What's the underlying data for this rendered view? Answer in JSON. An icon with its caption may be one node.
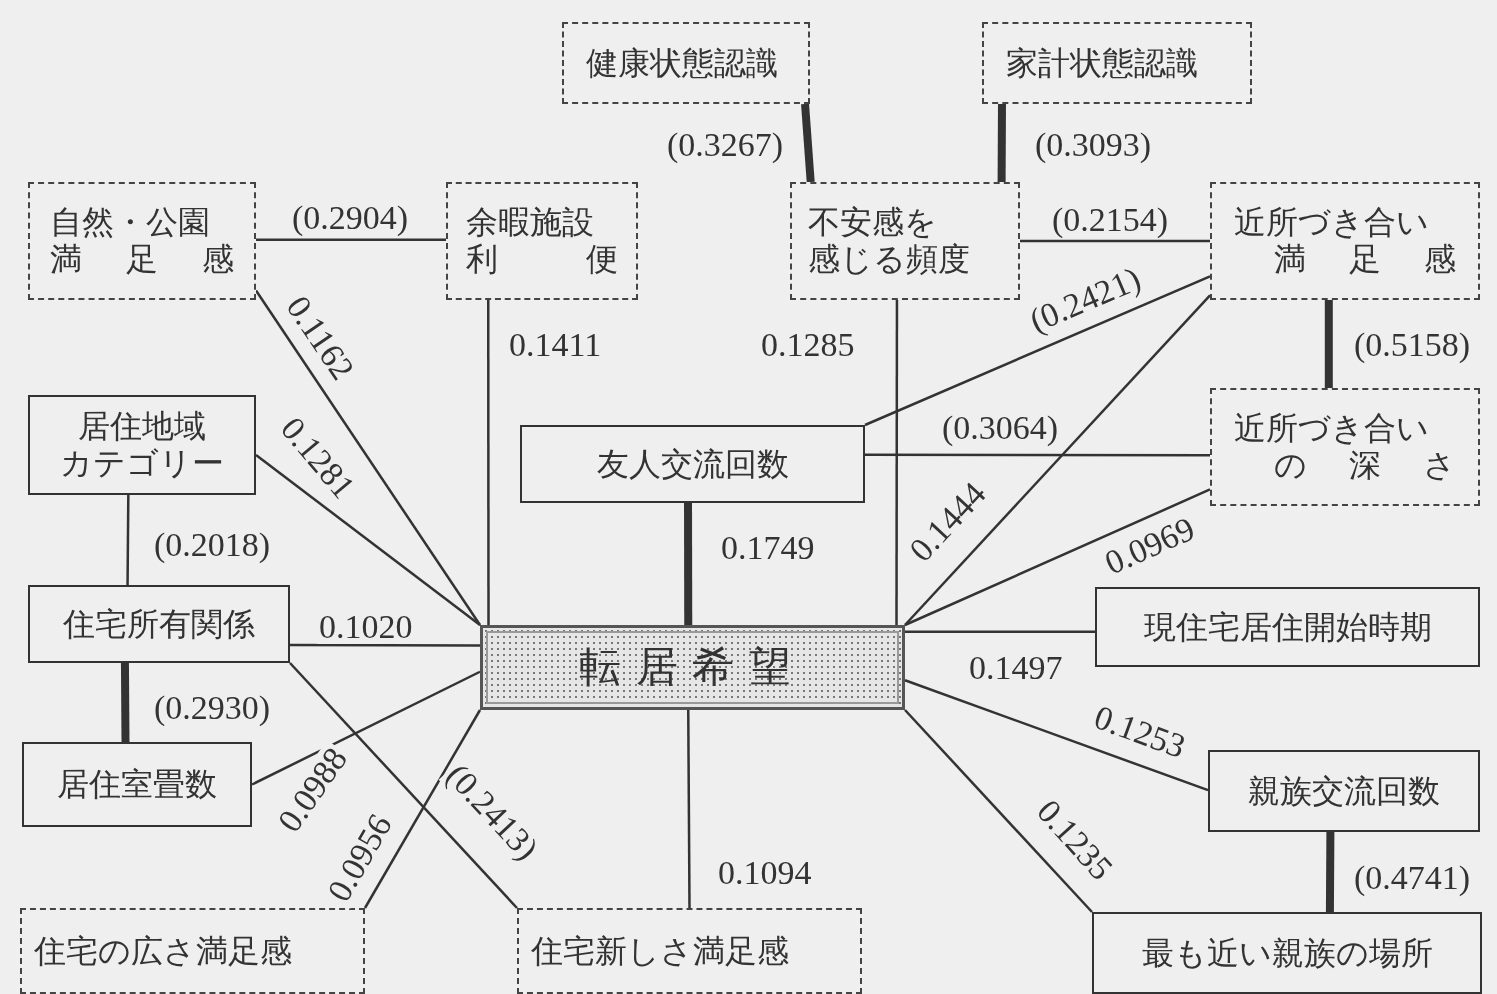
{
  "diagram": {
    "nodes": [
      {
        "text": [
          "健康状態認識"
        ]
      },
      {
        "text": [
          "家計状態認識"
        ]
      },
      {
        "text": [
          "自然・公園満足感"
        ]
      },
      {
        "text": [
          "余暇施設利便"
        ]
      },
      {
        "text": [
          "不安感を感じる頻度"
        ]
      },
      {
        "text": [
          "近所づき合い満足感"
        ]
      },
      {
        "text": [
          "居住地域カテゴリー"
        ]
      },
      {
        "text": [
          "友人交流回数"
        ]
      },
      {
        "text": [
          "近所づき合いの深さ"
        ]
      },
      {
        "text": [
          "住宅所有関係"
        ]
      },
      {
        "text": [
          "転居希望"
        ]
      },
      {
        "text": [
          "現住宅居住開始時期"
        ]
      },
      {
        "text": [
          "居住室畳数"
        ]
      },
      {
        "text": [
          "親族交流回数"
        ]
      },
      {
        "text": [
          "住宅の広さ満足感"
        ]
      },
      {
        "text": [
          "住宅新しさ満足感"
        ]
      },
      {
        "text": [
          "最も近い親族の場所"
        ]
      }
    ],
    "edges": [
      {
        "from": 0,
        "to": 4,
        "arrow": "none",
        "label": "(0.3267)",
        "style": "thick"
      },
      {
        "from": 1,
        "to": 4,
        "arrow": "none",
        "label": "(0.3093)",
        "style": "thick"
      },
      {
        "from": 2,
        "to": 3,
        "arrow": "none",
        "label": "(0.2904)"
      },
      {
        "from": 4,
        "to": 5,
        "arrow": "none",
        "label": "(0.2154)"
      },
      {
        "from": 7,
        "to": 5,
        "arrow": "none",
        "label": "(0.2421)"
      },
      {
        "from": 5,
        "to": 8,
        "arrow": "none",
        "label": "(0.5158)",
        "style": "thick"
      },
      {
        "from": 7,
        "to": 8,
        "arrow": "none",
        "label": "(0.3064)"
      },
      {
        "from": 6,
        "to": 9,
        "arrow": "none",
        "label": "(0.2018)"
      },
      {
        "from": 9,
        "to": 12,
        "arrow": "none",
        "label": "(0.2930)",
        "style": "thick"
      },
      {
        "from": 9,
        "to": 15,
        "arrow": "none",
        "label": "(0.2413)"
      },
      {
        "from": 2,
        "to": 10,
        "arrow": "none",
        "label": "0.1162"
      },
      {
        "from": 6,
        "to": 10,
        "arrow": "none",
        "label": "0.1281"
      },
      {
        "from": 3,
        "to": 10,
        "arrow": "none",
        "label": "0.1411"
      },
      {
        "from": 4,
        "to": 10,
        "arrow": "none",
        "label": "0.1285"
      },
      {
        "from": 7,
        "to": 10,
        "arrow": "none",
        "label": "0.1749",
        "style": "thick"
      },
      {
        "from": 5,
        "to": 10,
        "arrow": "none",
        "label": "0.1444"
      },
      {
        "from": 8,
        "to": 10,
        "arrow": "none",
        "label": "0.0969"
      },
      {
        "from": 9,
        "to": 10,
        "arrow": "none",
        "label": "0.1020"
      },
      {
        "from": 11,
        "to": 10,
        "arrow": "none",
        "label": "0.1497"
      },
      {
        "from": 12,
        "to": 10,
        "arrow": "none",
        "label": "0.0988"
      },
      {
        "from": 14,
        "to": 10,
        "arrow": "none",
        "label": "0.0956"
      },
      {
        "from": 15,
        "to": 10,
        "arrow": "none",
        "label": "0.1094"
      },
      {
        "from": 13,
        "to": 10,
        "arrow": "none",
        "label": "0.1253"
      },
      {
        "from": 16,
        "to": 10,
        "arrow": "none",
        "label": "0.1235"
      },
      {
        "from": 13,
        "to": 16,
        "arrow": "none",
        "label": "(0.4741)",
        "style": "thick"
      }
    ]
  }
}
